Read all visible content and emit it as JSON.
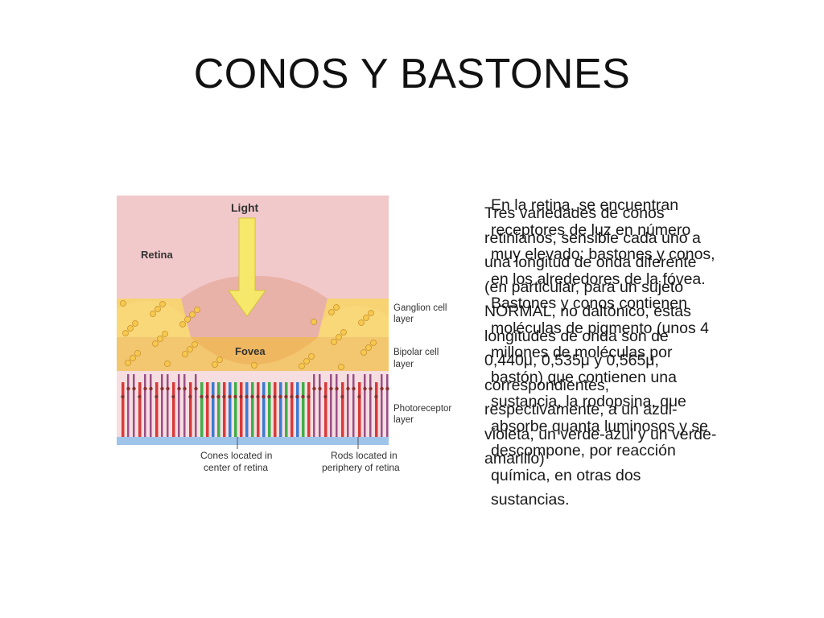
{
  "slide": {
    "title": "CONOS Y BASTONES"
  },
  "figure": {
    "labels": {
      "light": "Light",
      "retina": "Retina",
      "fovea": "Fovea",
      "ganglion_1": "Ganglion cell",
      "ganglion_2": "layer",
      "bipolar_1": "Bipolar cell",
      "bipolar_2": "layer",
      "photoreceptor_1": "Photoreceptor",
      "photoreceptor_2": "layer",
      "cones_1": "Cones located in",
      "cones_2": "center of retina",
      "rods_1": "Rods located in",
      "rods_2": "periphery of retina"
    },
    "colors": {
      "background": "#f6dde0",
      "retina_top": "#f2c9cb",
      "arrow": "#f5e86a",
      "cells": "#f6c94e",
      "cones": [
        "#d83a3a",
        "#3a7bd1",
        "#3fae4a"
      ],
      "rods": "#9a4f86",
      "base": "#9fc4ea"
    }
  },
  "text": {
    "layer_under": {
      "lines": [
        "En la retina, se encuentran",
        "receptores de luz en número",
        "muy elevado: bastones y conos,",
        "en los alrededores de la fóvea.",
        "Bastones y conos contienen",
        "moléculas de pigmento (unos 4",
        "millones de moléculas por",
        "bastón) que contienen una",
        "sustancia, la rodopsina, que",
        "absorbe quanta luminosos y se",
        "descompone, por reacción",
        "química, en otras dos",
        "sustancias."
      ]
    },
    "layer_over": {
      "lines": [
        "Tres variedades de conos",
        "retinianos, sensible cada uno a",
        "una longitud de onda diferente",
        "(en particular, para un sujeto",
        "NORMAL, no daltónico, estas",
        "longitudes de onda son de",
        "0,440μ, 0,535μ y 0,565μ,",
        "correspondientes,",
        "respectivamente, a un azul-",
        "violeta, un verde-azul y un verde-",
        "amarillo)"
      ]
    }
  }
}
